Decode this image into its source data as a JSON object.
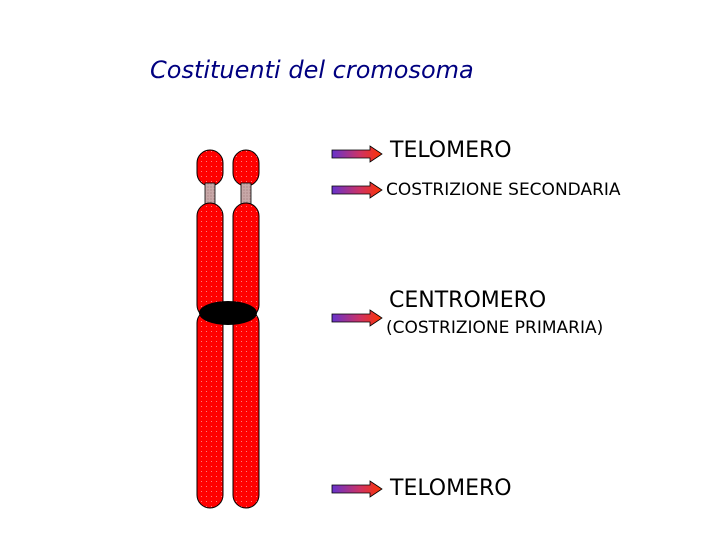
{
  "title": "Costituenti del cromosoma",
  "labels": {
    "telomere_top": "TELOMERO",
    "secondary_constriction": "COSTRIZIONE SECONDARIA",
    "centromere": "CENTROMERO",
    "primary_constriction": "(COSTRIZIONE PRIMARIA)",
    "telomere_bottom": "TELOMERO"
  },
  "colors": {
    "title": "#000080",
    "chromatid": "#ff0000",
    "centromere": "#000000",
    "arrow_start": "#6633cc",
    "arrow_end": "#ff3300"
  },
  "icons": {
    "arrow": "arrow-right-icon"
  }
}
